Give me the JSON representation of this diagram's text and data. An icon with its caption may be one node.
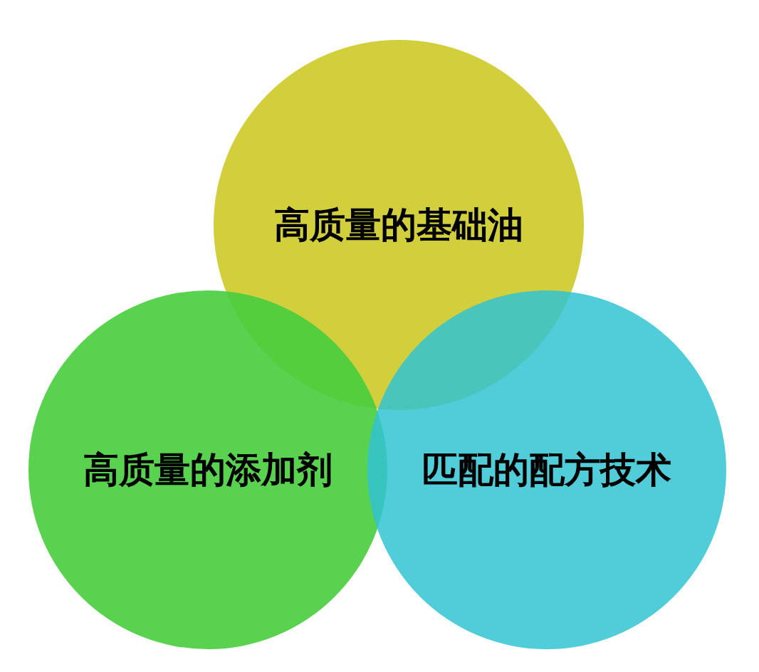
{
  "diagram": {
    "nodes": [
      {
        "text": [
          "高质量的基础油"
        ]
      },
      {
        "text": [
          "高质量的添加剂"
        ]
      },
      {
        "text": [
          "匹配的配方技术"
        ]
      }
    ]
  }
}
